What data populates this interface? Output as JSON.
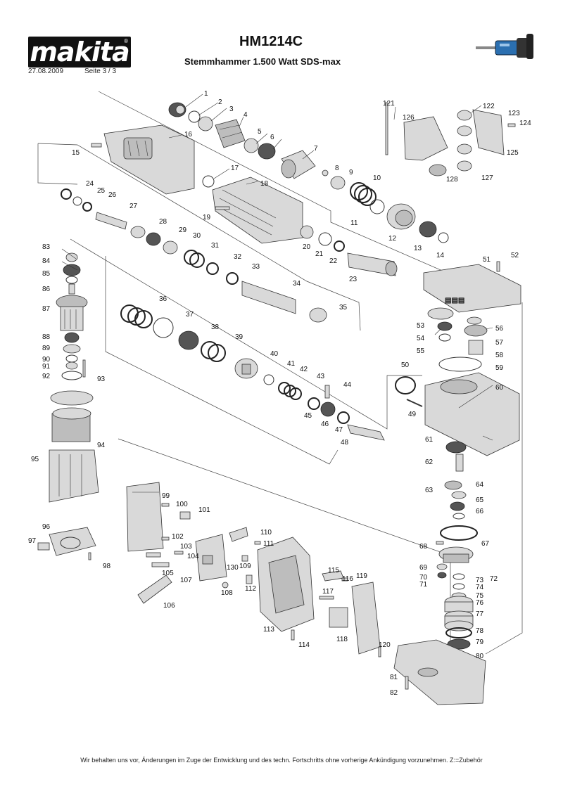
{
  "header": {
    "brand": "makita",
    "brand_reg": "®",
    "model": "HM1214C",
    "subtitle": "Stemmhammer 1.500 Watt  SDS-max",
    "date": "27.08.2009",
    "page_label": "Seite  3  / 3"
  },
  "footer": {
    "text": "Wir behalten uns vor, Änderungen im Zuge der Entwicklung und des techn. Fortschritts ohne vorherige Ankündigung vorzunehmen. Z:=Zubehör"
  },
  "colors": {
    "logo_bg": "#111111",
    "parts": "#d9d9d9",
    "lines": "#333333"
  },
  "parts": [
    {
      "no": "1"
    },
    {
      "no": "2"
    },
    {
      "no": "3"
    },
    {
      "no": "4"
    },
    {
      "no": "5"
    },
    {
      "no": "6"
    },
    {
      "no": "7"
    },
    {
      "no": "8"
    },
    {
      "no": "9"
    },
    {
      "no": "10"
    },
    {
      "no": "11"
    },
    {
      "no": "12"
    },
    {
      "no": "13"
    },
    {
      "no": "14"
    },
    {
      "no": "15"
    },
    {
      "no": "16"
    },
    {
      "no": "17"
    },
    {
      "no": "18"
    },
    {
      "no": "19"
    },
    {
      "no": "20"
    },
    {
      "no": "21"
    },
    {
      "no": "22"
    },
    {
      "no": "23"
    },
    {
      "no": "24"
    },
    {
      "no": "25"
    },
    {
      "no": "26"
    },
    {
      "no": "27"
    },
    {
      "no": "28"
    },
    {
      "no": "29"
    },
    {
      "no": "30"
    },
    {
      "no": "31"
    },
    {
      "no": "32"
    },
    {
      "no": "33"
    },
    {
      "no": "34"
    },
    {
      "no": "35"
    },
    {
      "no": "36"
    },
    {
      "no": "37"
    },
    {
      "no": "38"
    },
    {
      "no": "39"
    },
    {
      "no": "40"
    },
    {
      "no": "41"
    },
    {
      "no": "42"
    },
    {
      "no": "43"
    },
    {
      "no": "44"
    },
    {
      "no": "45"
    },
    {
      "no": "46"
    },
    {
      "no": "47"
    },
    {
      "no": "48"
    },
    {
      "no": "49"
    },
    {
      "no": "50"
    },
    {
      "no": "51"
    },
    {
      "no": "52"
    },
    {
      "no": "53"
    },
    {
      "no": "54"
    },
    {
      "no": "55"
    },
    {
      "no": "56"
    },
    {
      "no": "57"
    },
    {
      "no": "58"
    },
    {
      "no": "59"
    },
    {
      "no": "60"
    },
    {
      "no": "61"
    },
    {
      "no": "62"
    },
    {
      "no": "63"
    },
    {
      "no": "64"
    },
    {
      "no": "65"
    },
    {
      "no": "66"
    },
    {
      "no": "67"
    },
    {
      "no": "68"
    },
    {
      "no": "69"
    },
    {
      "no": "70"
    },
    {
      "no": "71"
    },
    {
      "no": "72"
    },
    {
      "no": "73"
    },
    {
      "no": "74"
    },
    {
      "no": "75"
    },
    {
      "no": "76"
    },
    {
      "no": "77"
    },
    {
      "no": "78"
    },
    {
      "no": "79"
    },
    {
      "no": "80"
    },
    {
      "no": "81"
    },
    {
      "no": "82"
    },
    {
      "no": "83"
    },
    {
      "no": "84"
    },
    {
      "no": "85"
    },
    {
      "no": "86"
    },
    {
      "no": "87"
    },
    {
      "no": "88"
    },
    {
      "no": "89"
    },
    {
      "no": "90"
    },
    {
      "no": "91"
    },
    {
      "no": "92"
    },
    {
      "no": "93"
    },
    {
      "no": "94"
    },
    {
      "no": "95"
    },
    {
      "no": "96"
    },
    {
      "no": "97"
    },
    {
      "no": "98"
    },
    {
      "no": "99"
    },
    {
      "no": "100"
    },
    {
      "no": "101"
    },
    {
      "no": "102"
    },
    {
      "no": "103"
    },
    {
      "no": "104"
    },
    {
      "no": "105"
    },
    {
      "no": "106"
    },
    {
      "no": "107"
    },
    {
      "no": "108"
    },
    {
      "no": "109"
    },
    {
      "no": "110"
    },
    {
      "no": "111"
    },
    {
      "no": "112"
    },
    {
      "no": "113"
    },
    {
      "no": "114"
    },
    {
      "no": "115"
    },
    {
      "no": "116"
    },
    {
      "no": "117"
    },
    {
      "no": "118"
    },
    {
      "no": "119"
    },
    {
      "no": "120"
    },
    {
      "no": "121"
    },
    {
      "no": "122"
    },
    {
      "no": "123"
    },
    {
      "no": "124"
    },
    {
      "no": "125"
    },
    {
      "no": "126"
    },
    {
      "no": "127"
    },
    {
      "no": "128"
    },
    {
      "no": "130"
    }
  ]
}
